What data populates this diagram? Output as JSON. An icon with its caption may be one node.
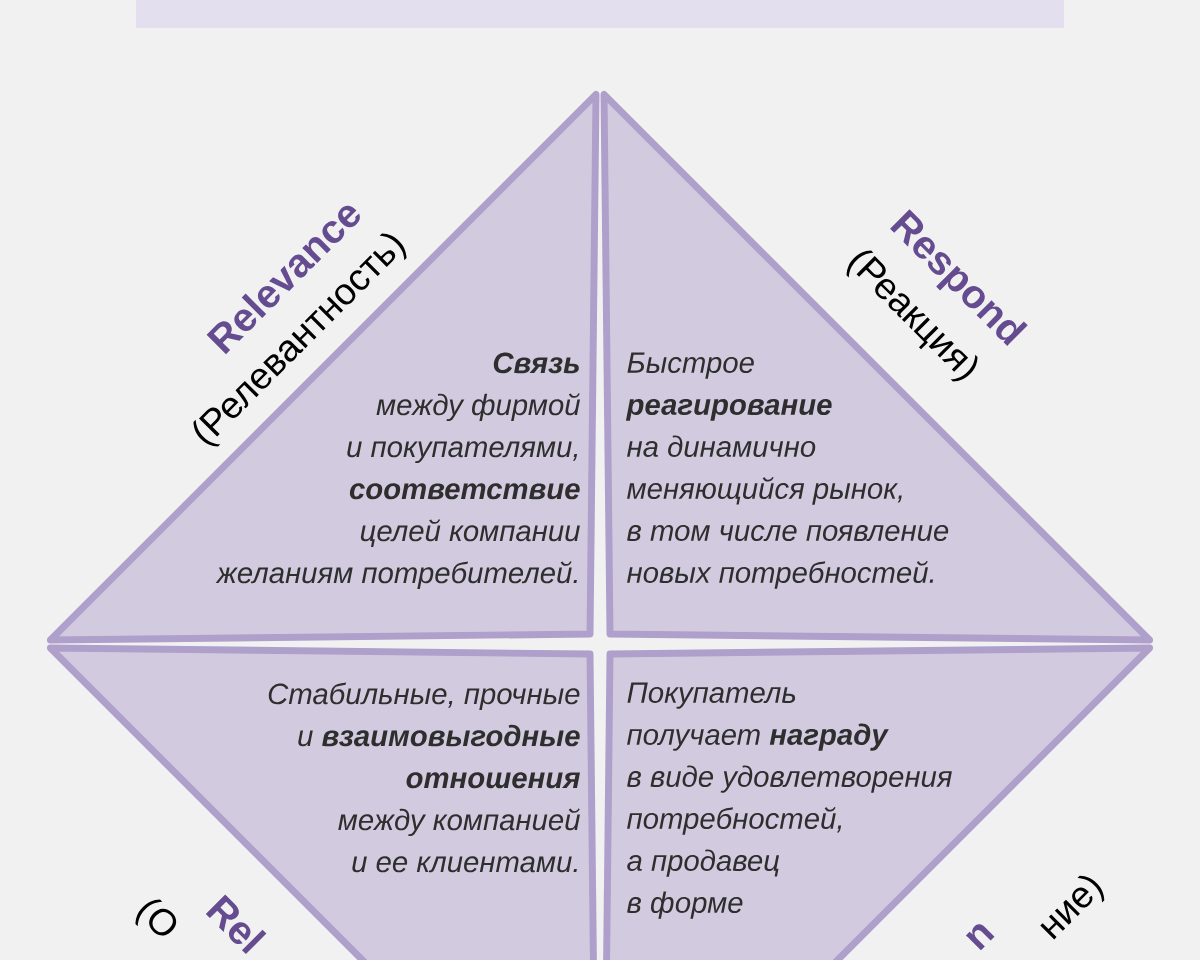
{
  "diagram": {
    "nodes": [
      {
        "text": [],
        "shape": "bar"
      },
      {
        "text": [
          "Relevance",
          "(Релевантность)",
          "**Связь** между фирмой и покупателями, **соответствие** целей компании желаниям потребителей."
        ]
      },
      {
        "text": [
          "Respond",
          "(Реакция)",
          "Быстрое **реагирование** на динамично меняющийся рынок, в том числе появление новых потребностей."
        ]
      },
      {
        "text": [
          "Rel",
          "(О",
          "Стабильные, прочные и **взаимовыгодные отношения** между компанией и ее клиентами."
        ]
      },
      {
        "text": [
          "n",
          "ние)",
          "Покупатель получает **награду** в виде удовлетворения потребностей, а продавец в форме"
        ]
      }
    ]
  }
}
